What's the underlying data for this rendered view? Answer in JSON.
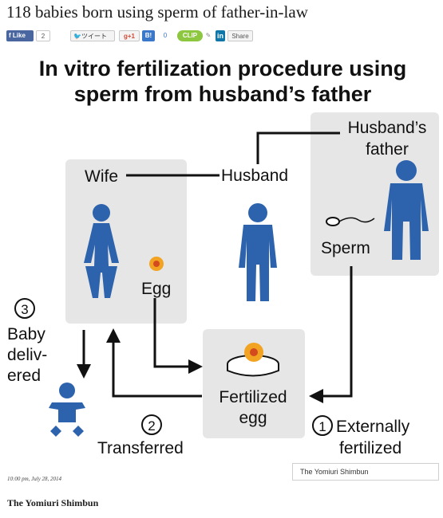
{
  "article": {
    "headline": "118 babies born using sperm of father-in-law",
    "dateline": "10:00 pm, July 28, 2014",
    "source": "The Yomiuri Shimbun",
    "image_credit": "The Yomiuri Shimbun"
  },
  "share_bar": {
    "facebook_label": "Like",
    "facebook_count": "2",
    "tweet_label": "ツイート",
    "gplus_label": "g+1",
    "hatena_label": "B!",
    "hatena_count": "0",
    "clip_label": "CLIP",
    "linkedin_label": "in",
    "share_label": "Share"
  },
  "infographic": {
    "title_line1": "In vitro fertilization procedure using",
    "title_line2": "sperm from husband’s father",
    "labels": {
      "wife": "Wife",
      "husband": "Husband",
      "husbands_father_line1": "Husband’s",
      "husbands_father_line2": "father",
      "sperm": "Sperm",
      "egg": "Egg",
      "fertilized_egg_line1": "Fertilized",
      "fertilized_egg_line2": "egg",
      "step1_number": "1",
      "step1_line1": "Externally",
      "step1_line2": "fertilized",
      "step2_number": "2",
      "step2_label": "Transferred",
      "step3_number": "3",
      "step3_line1": "Baby",
      "step3_line2": "deliv-",
      "step3_line3": "ered"
    },
    "colors": {
      "figure_blue": "#2d63ad",
      "box_gray": "#e6e6e6",
      "egg_orange": "#f1a321"
    }
  }
}
